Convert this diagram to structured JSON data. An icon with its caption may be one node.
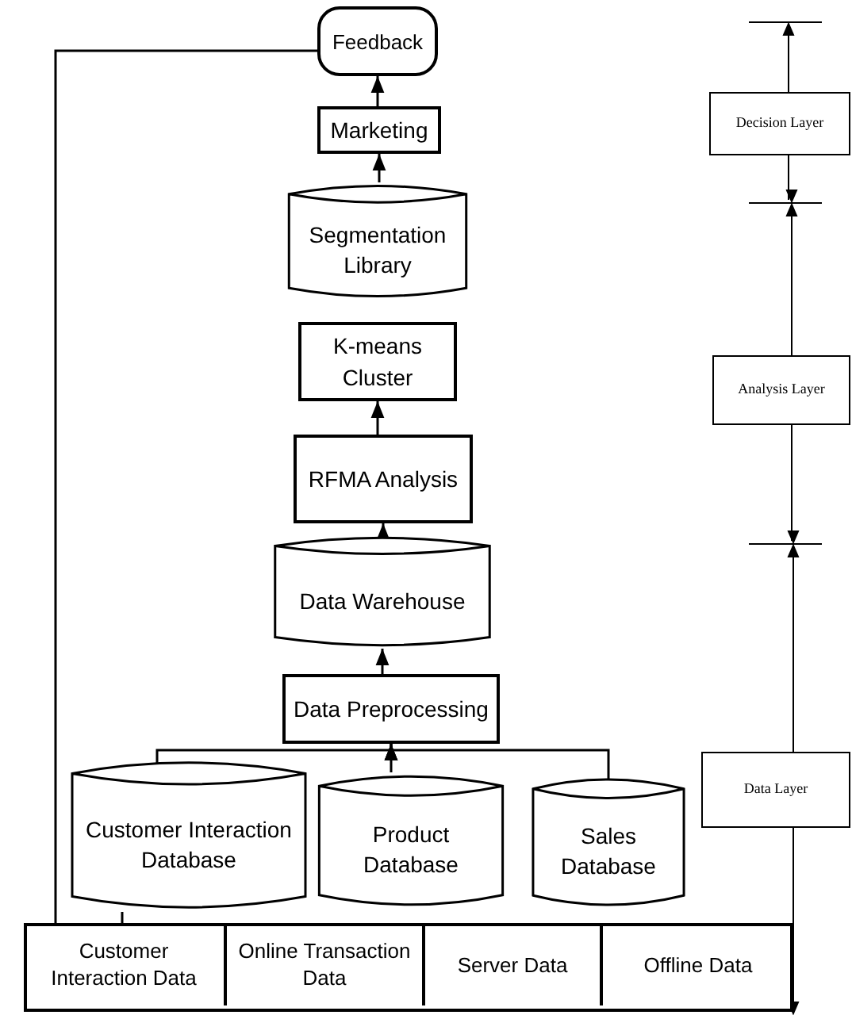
{
  "diagram": {
    "nodes": [
      {
        "text": [
          "Feedback"
        ]
      },
      {
        "text": [
          "Marketing"
        ]
      },
      {
        "text": [
          "Segmentation Library"
        ]
      },
      {
        "text": [
          "K-means Cluster"
        ]
      },
      {
        "text": [
          "RFMA Analysis"
        ]
      },
      {
        "text": [
          "Data Warehouse"
        ]
      },
      {
        "text": [
          "Data Preprocessing"
        ]
      },
      {
        "text": [
          "Customer Interaction Database"
        ]
      },
      {
        "text": [
          "Product Database"
        ]
      },
      {
        "text": [
          "Sales Database"
        ]
      },
      {
        "text": [],
        "shape": "box"
      },
      {
        "text": [
          "Customer Interaction Data"
        ],
        "in": 10
      },
      {
        "text": [
          "Online Transaction Data"
        ],
        "in": 10
      },
      {
        "text": [
          "Server Data"
        ],
        "in": 10
      },
      {
        "text": [
          "Offline Data"
        ],
        "in": 10
      },
      {
        "text": [
          "Decision Layer"
        ]
      },
      {
        "text": [
          "Analysis Layer"
        ]
      },
      {
        "text": [
          "Data Layer"
        ]
      }
    ],
    "edges": [
      {
        "from": 1,
        "to": 0,
        "arrow": "to"
      },
      {
        "from": 2,
        "to": 1,
        "arrow": "to"
      },
      {
        "from": 4,
        "to": 3,
        "arrow": "to"
      },
      {
        "from": 5,
        "to": 4,
        "arrow": "to"
      },
      {
        "from": 6,
        "to": 5,
        "arrow": "to"
      },
      {
        "from": 7,
        "to": 6,
        "arrow": "to"
      },
      {
        "from": 8,
        "to": 6,
        "arrow": "to"
      },
      {
        "from": 9,
        "to": 6,
        "arrow": "to"
      },
      {
        "from": 11,
        "to": 7,
        "arrow": "none"
      },
      {
        "from": 0,
        "to": 11,
        "arrow": "none"
      }
    ]
  }
}
